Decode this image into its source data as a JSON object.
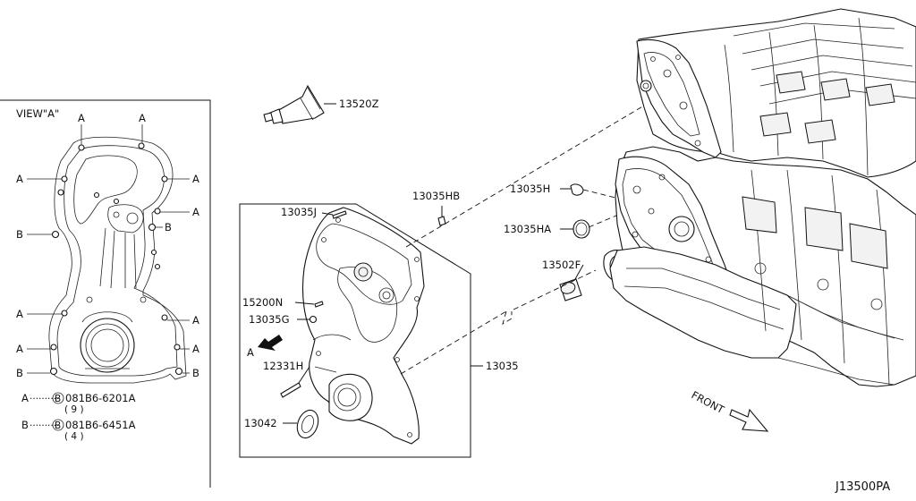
{
  "view": {
    "title": "VIEW\"A\"",
    "point_marker": "A",
    "bolt_marker": "B",
    "legend": [
      {
        "key": "A",
        "dots": "··········",
        "circled": "B",
        "part": "081B6-6201A",
        "qty": "( 9 )"
      },
      {
        "key": "B",
        "dots": "··········",
        "circled": "B",
        "part": "081B6-6451A",
        "qty": "( 4 )"
      }
    ]
  },
  "parts": {
    "p13520z": "13520Z",
    "p13035j": "13035J",
    "p13035hb": "13035HB",
    "p13035h": "13035H",
    "p13035ha": "13035HA",
    "p13502f": "13502F",
    "p15200n": "15200N",
    "p13035g": "13035G",
    "p12331h": "12331H",
    "p13042": "13042",
    "p13035": "13035"
  },
  "arrow_view_label": "A",
  "front_label": "FRONT",
  "diagram_code": "J13500PA"
}
